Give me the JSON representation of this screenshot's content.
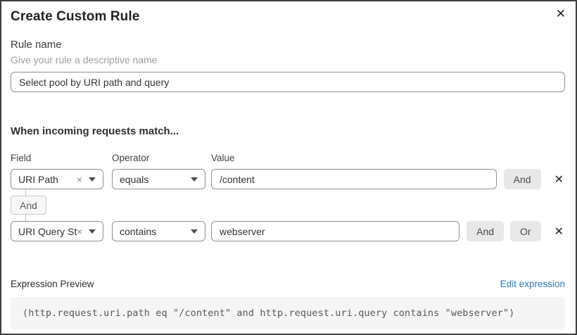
{
  "dialog": {
    "title": "Create Custom Rule",
    "close_icon": "✕"
  },
  "rule_name": {
    "label": "Rule name",
    "helper": "Give your rule a descriptive name",
    "value": "Select pool by URI path and query"
  },
  "match": {
    "heading": "When incoming requests match...",
    "columns": {
      "field": "Field",
      "operator": "Operator",
      "value": "Value"
    },
    "rows": [
      {
        "field": "URI Path",
        "operator": "equals",
        "value": "/content",
        "and_label": "And",
        "clear_icon": "×",
        "remove_icon": "✕"
      },
      {
        "field": "URI Query St...",
        "operator": "contains",
        "value": "webserver",
        "and_label": "And",
        "or_label": "Or",
        "clear_icon": "×",
        "remove_icon": "✕"
      }
    ],
    "connector_label": "And"
  },
  "expression": {
    "label": "Expression Preview",
    "edit_link": "Edit expression",
    "code": "(http.request.uri.path eq \"/content\" and http.request.uri.query contains \"webserver\")"
  },
  "colors": {
    "link_blue": "#2e7cb8",
    "button_bg": "#e8e8e8",
    "input_border": "#8f8f8f",
    "code_bg": "#f5f5f5",
    "dialog_border": "#3f3f3f"
  }
}
